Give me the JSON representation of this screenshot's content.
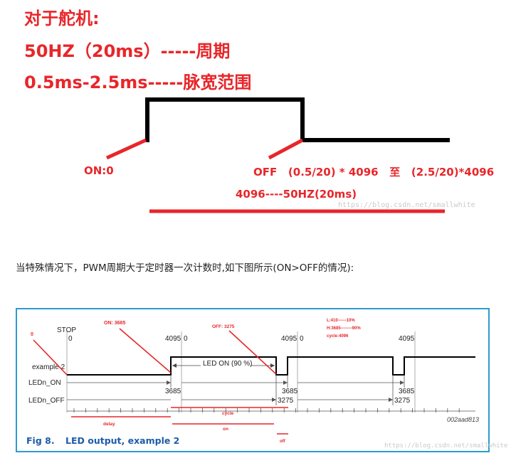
{
  "heading": {
    "line1": "对于舵机:",
    "line2": "50HZ（20ms）-----周期",
    "line3": "0.5ms-2.5ms-----脉宽范围"
  },
  "top_diagram": {
    "on_label": "ON:0",
    "off_label": "OFF   (0.5/20) * 4096   至   (2.5/20)*4096",
    "period_label": "4096----50HZ(20ms)",
    "watermark": "https://blog.csdn.net/smallwhite",
    "colors": {
      "red": "#e8262a",
      "black": "#000000"
    }
  },
  "description": "当特殊情况下，PWM周期大于定时器一次计数时,如下图所示(ON>OFF的情况):",
  "figure": {
    "stop": "STOP",
    "zeros": [
      "0",
      "0",
      "0"
    ],
    "max_labels": [
      "4095",
      "4095",
      "4095"
    ],
    "row_labels": [
      "example 2",
      "LEDn_ON",
      "LEDn_OFF"
    ],
    "on_values": [
      "3685",
      "3685",
      "3685"
    ],
    "off_values": [
      "3275",
      "3275"
    ],
    "led_on": "LED ON (90 %)",
    "code": "002aad813",
    "annotations": {
      "zero": "0",
      "on": "ON:  3685",
      "off": "OFF:  3275",
      "note_l": "L:410------10%",
      "note_h": "H:3685--------90%",
      "note_cycle": "cycle:4096",
      "delay": "delay",
      "cycle": "cycle",
      "on_bar": "on",
      "off_bar": "off"
    },
    "caption_num": "Fig 8.",
    "caption_title": "LED output, example 2",
    "watermark": "https://blog.csdn.net/smallwhite",
    "colors": {
      "border": "#2e9ad0",
      "caption": "#1d5ca8",
      "red": "#e8262a"
    }
  }
}
